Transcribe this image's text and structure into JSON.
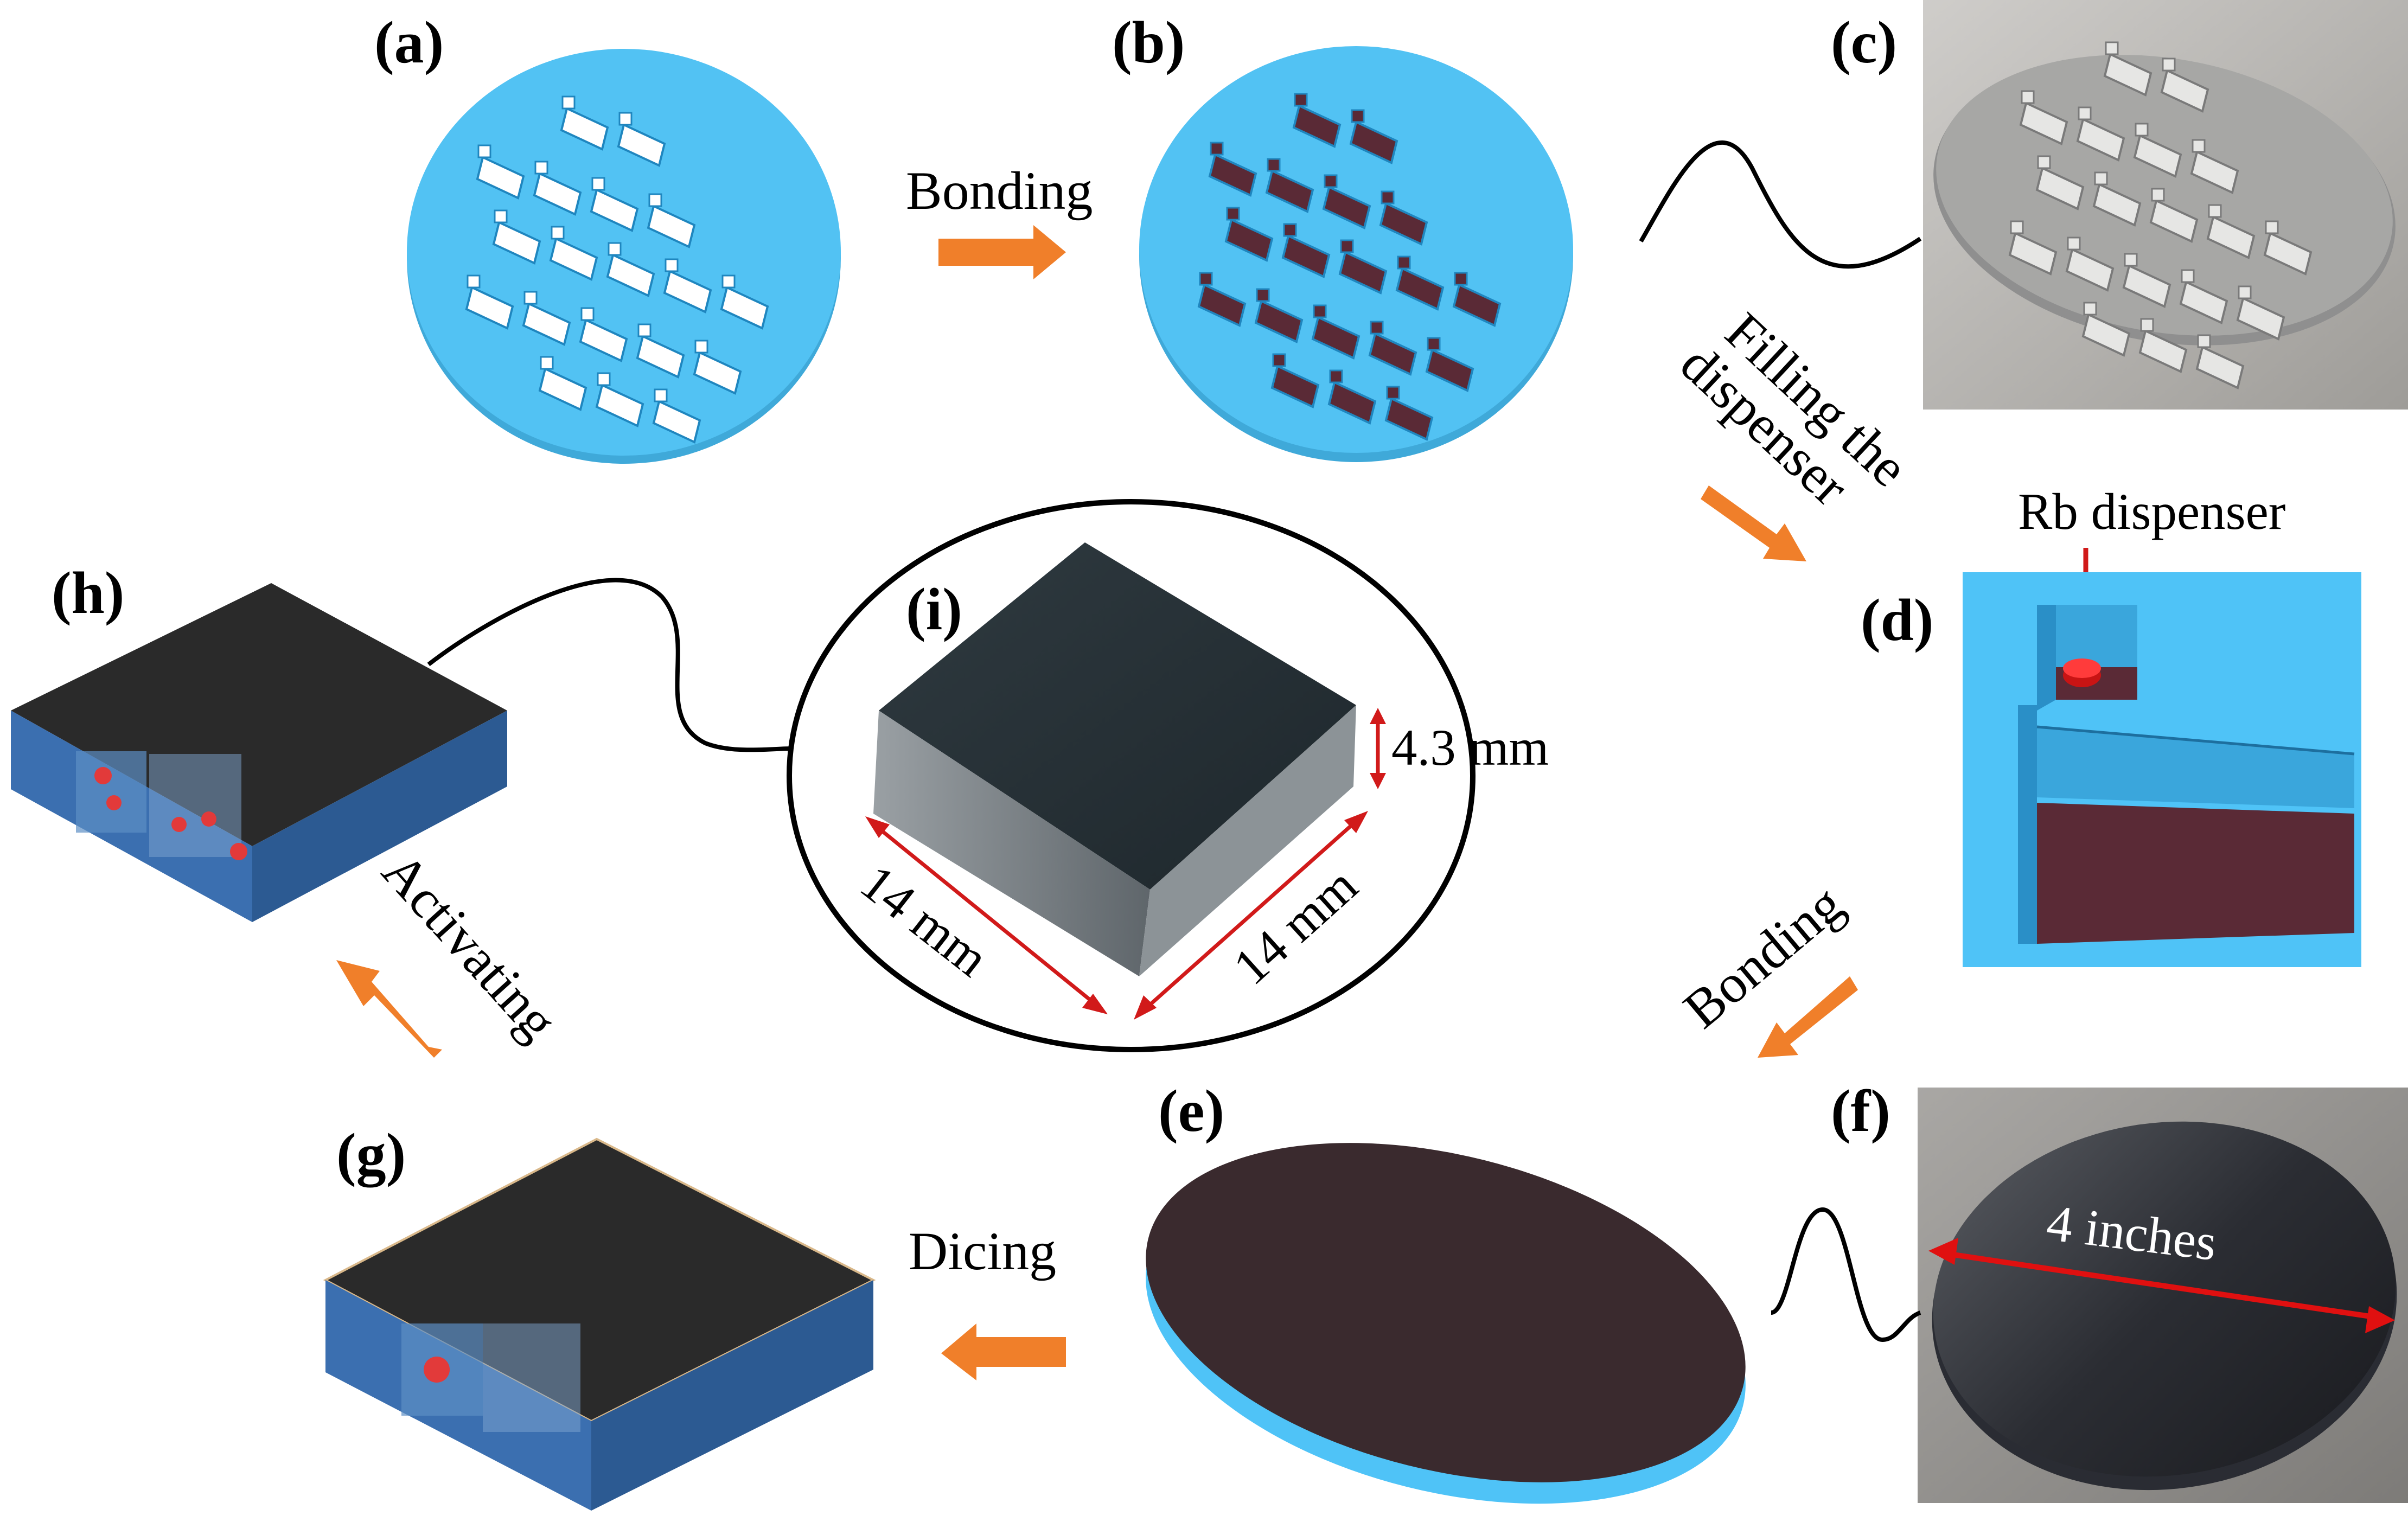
{
  "panels": {
    "a": "(a)",
    "b": "(b)",
    "c": "(c)",
    "d": "(d)",
    "e": "(e)",
    "f": "(f)",
    "g": "(g)",
    "h": "(h)",
    "i": "(i)"
  },
  "steps": {
    "bonding_1": "Bonding",
    "filling": "Filling the dispenser",
    "filling_line1": "Filling the",
    "filling_line2": "dispenser",
    "bonding_2": "Bonding",
    "dicing": "Dicing",
    "activating": "Activating"
  },
  "annotations": {
    "rb_dispenser": "Rb dispenser",
    "wafer_diameter": "4 inches",
    "height": "4.3 mm",
    "width_left": "14 mm",
    "width_right": "14 mm"
  },
  "colors": {
    "wafer_blue": "#4fc3f7",
    "dark_cap": "#3a2a2e",
    "cell_dark": "#2a2a2a",
    "cell_blue": "#3b6fb0",
    "arrow_orange": "#f07f2a",
    "dim_red": "#d11a1a",
    "photo_gray": "#b8b6b2"
  }
}
